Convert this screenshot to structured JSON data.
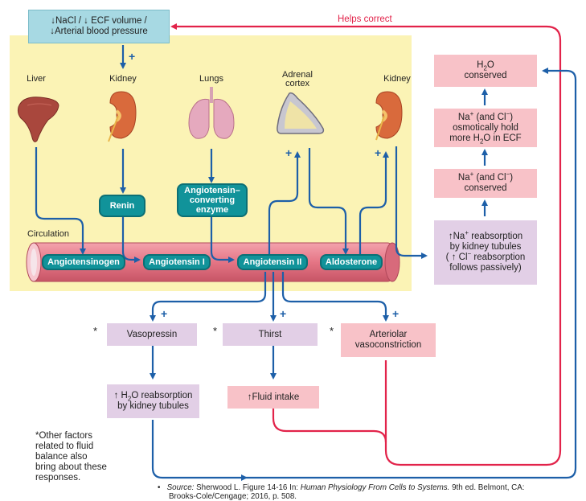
{
  "top_box": {
    "line1": "↓NaCl / ↓ ECF volume /",
    "line2": "↓Arterial blood pressure"
  },
  "helps_correct": "Helps correct",
  "organs": {
    "liver": "Liver",
    "kidney1": "Kidney",
    "lungs": "Lungs",
    "adrenal_line1": "Adrenal",
    "adrenal_line2": "cortex",
    "kidney2": "Kidney"
  },
  "circulation_label": "Circulation",
  "teal": {
    "renin": "Renin",
    "ace_line1": "Angiotensin–",
    "ace_line2": "converting",
    "ace_line3": "enzyme",
    "angiotensinogen": "Angiotensinogen",
    "angiotensin1": "Angiotensin I",
    "angiotensin2": "Angiotensin II",
    "aldosterone": "Aldosterone"
  },
  "right_column": {
    "h2o_conserved": {
      "pre": "H",
      "sub": "2",
      "post": "O",
      "line2": "conserved"
    },
    "na_hold": {
      "line1a": "Na",
      "line1sup": "+",
      "line1b": " (and Cl",
      "line1sup2": "−",
      "line1c": ")",
      "line2": "osmotically hold",
      "line3a": "more H",
      "line3sub": "2",
      "line3b": "O in ECF"
    },
    "na_conserved": {
      "line1a": "Na",
      "line1sup": "+",
      "line1b": " (and Cl",
      "line1sup2": "−",
      "line1c": ")",
      "line2": "conserved"
    },
    "na_reabs": {
      "line1a": "↑Na",
      "line1sup": "+",
      "line1b": " reabsorption",
      "line2": "by kidney tubules",
      "line3a": "( ↑ Cl",
      "line3sup": "−",
      "line3b": " reabsorption",
      "line4": "follows passively)"
    }
  },
  "bottom": {
    "vasopressin": "Vasopressin",
    "thirst": "Thirst",
    "arteriolar_line1": "Arteriolar",
    "arteriolar_line2": "vasoconstriction",
    "h2o_reabs": {
      "line1a": "↑ H",
      "line1sub": "2",
      "line1b": "O reabsorption",
      "line2": "by kidney tubules"
    },
    "fluid_intake": "↑Fluid intake"
  },
  "star": "*",
  "plus": "+",
  "footnote": {
    "line1": "Other factors",
    "line2": "related to fluid",
    "line3": "balance also",
    "line4": "bring about these",
    "line5": "responses."
  },
  "source": {
    "bullet": "•",
    "label": "Source:",
    "text1": " Sherwood L. Figure 14-16 In: ",
    "title": "Human Physiology From Cells to Systems.",
    "text2": " 9th ed. Belmont, CA:",
    "line2": "Brooks-Cole/Cengage; 2016, p. 508."
  },
  "colors": {
    "blue_arrow": "#1d5fa8",
    "red_arrow": "#e2234a",
    "teal": "#11939a",
    "yellow_bg": "#fbf3b5",
    "vessel": "#e8808f"
  },
  "icons": [
    "liver-icon",
    "kidney-icon",
    "lungs-icon",
    "adrenal-cortex-icon",
    "kidney-icon"
  ]
}
